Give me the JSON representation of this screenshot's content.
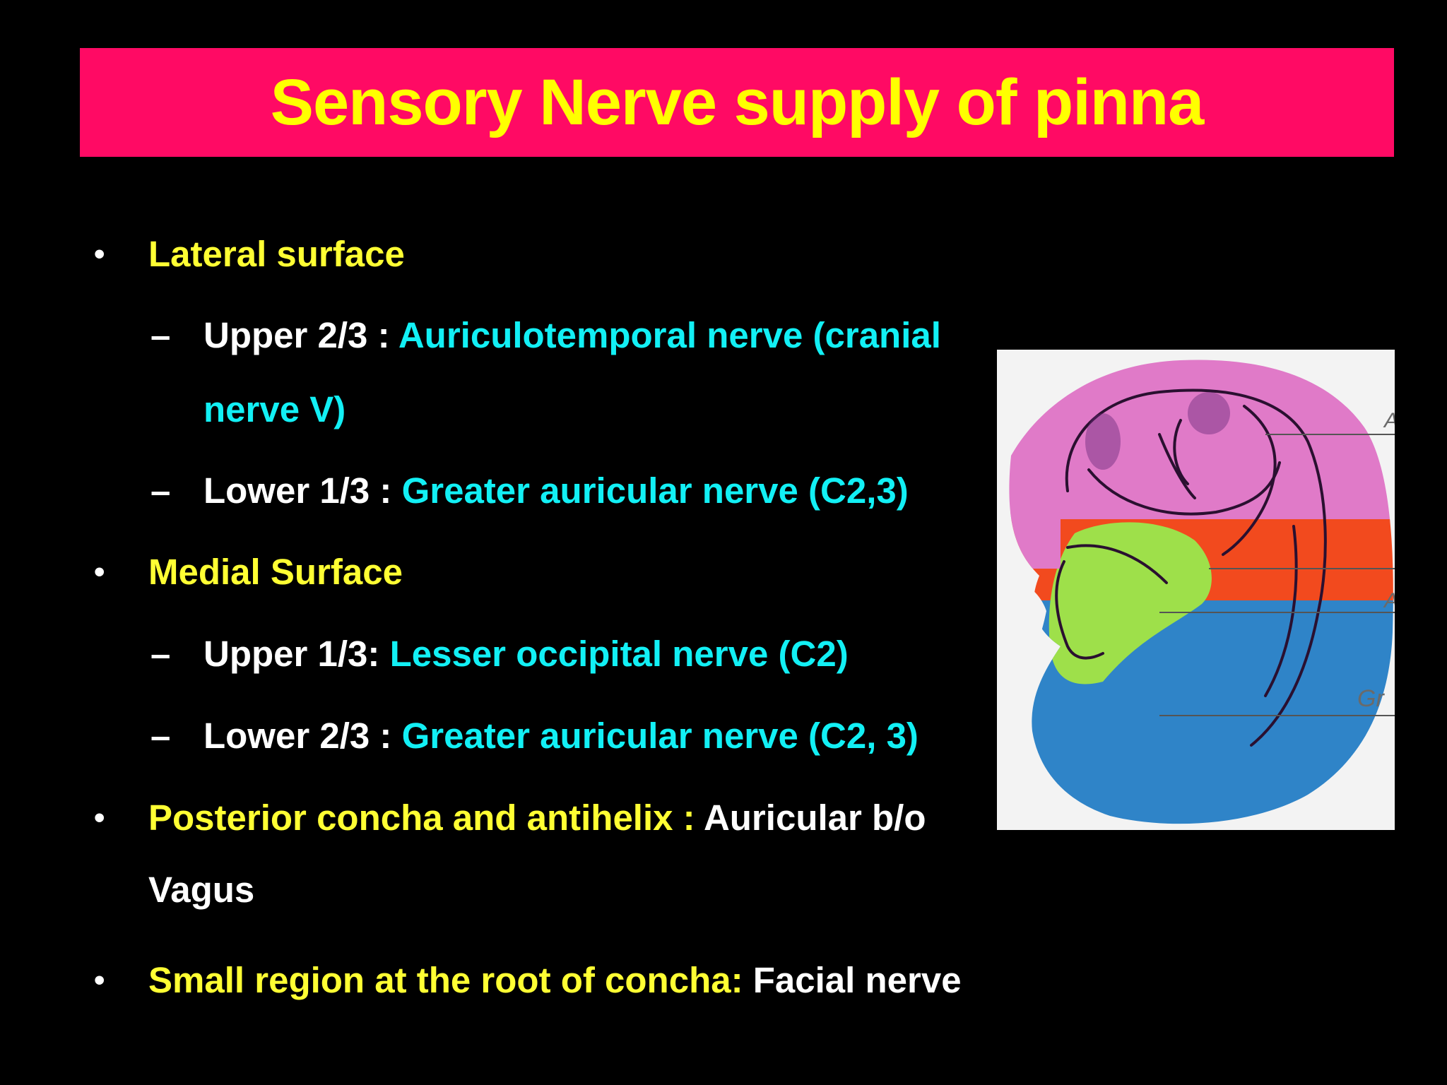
{
  "title": "Sensory Nerve supply of  pinna",
  "lateral": {
    "heading": "Lateral surface",
    "upper_label": "Upper 2/3 : ",
    "upper_nerve_line1": "Auriculotemporal nerve (cranial",
    "upper_nerve_line2": "nerve V)",
    "lower_label": "Lower 1/3 : ",
    "lower_nerve": "Greater auricular nerve (C2,3)"
  },
  "medial": {
    "heading": "Medial Surface",
    "upper_label": "Upper 1/3:  ",
    "upper_nerve": "Lesser occipital nerve (C2)",
    "lower_label": "Lower 2/3 : ",
    "lower_nerve": "Greater auricular nerve (C2, 3)"
  },
  "posterior": {
    "heading": "Posterior concha and antihelix : ",
    "nerve_line1": "Auricular b/o",
    "nerve_line2": "Vagus"
  },
  "root": {
    "heading": "Small region at the root of concha: ",
    "nerve": "Facial nerve"
  },
  "figure": {
    "label_fragments": [
      "A",
      "A",
      "Gr"
    ]
  },
  "colors": {
    "title_bg": "#ff0a64",
    "title_text": "#ffff00",
    "heading": "#ffff33",
    "nerve": "#12f0f5",
    "region_upper": "#e07ac8",
    "region_concha": "#9ee04a",
    "region_middle": "#f24a1e",
    "region_lower": "#2f84c8"
  }
}
